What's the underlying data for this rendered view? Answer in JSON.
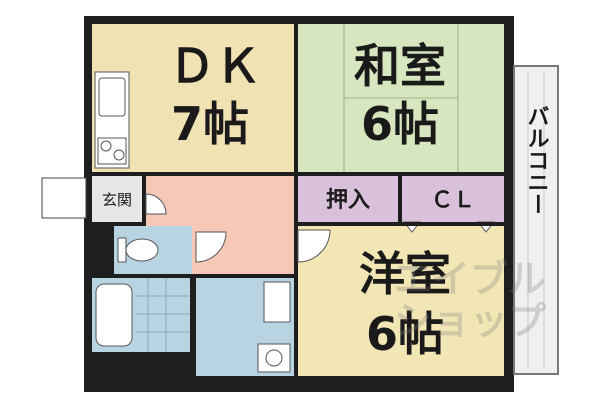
{
  "rooms": {
    "dk": {
      "name": "ＤＫ",
      "size": "7帖",
      "color": "#f1e2b4"
    },
    "washitsu": {
      "name": "和室",
      "size": "6帖",
      "color": "#d7e6bf"
    },
    "yoshitsu": {
      "name": "洋室",
      "size": "6帖",
      "color": "#f3e6b5"
    },
    "oshiire": {
      "name": "押入",
      "color": "#d9c1db"
    },
    "cl": {
      "name": "ＣＬ",
      "color": "#d9c1db"
    },
    "genkan": {
      "name": "玄関",
      "color": "#e6e6e6"
    },
    "hall": {
      "color": "#f6c8b6"
    },
    "wet_area": {
      "color": "#b8d4e3"
    }
  },
  "balcony": {
    "label": "バルコニー",
    "color": "#f0f0f0"
  },
  "watermark": {
    "line1": "エイブル",
    "line2": "ショップ"
  },
  "colors": {
    "wall": "#1e1e1e",
    "line": "#555555"
  }
}
